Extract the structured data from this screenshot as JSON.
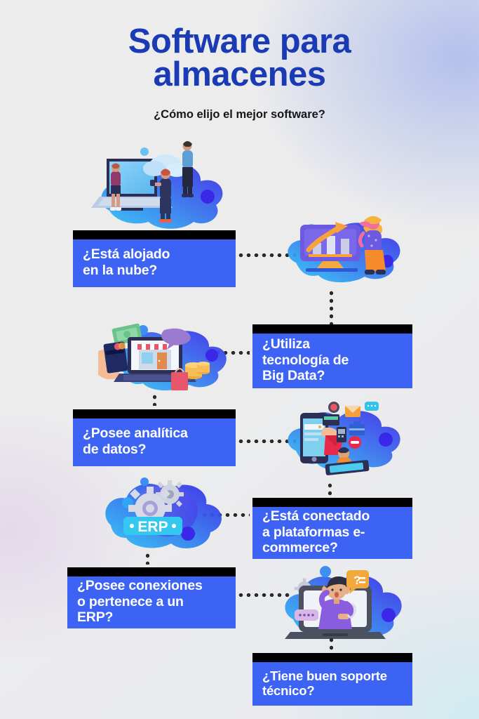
{
  "header": {
    "title_line1": "Software para",
    "title_line2": "almacenes",
    "subtitle": "¿Cómo elijo el mejor software?"
  },
  "theme": {
    "title_color": "#1b3bb5",
    "card_blue": "#3d63f5",
    "card_bar_black": "#000000",
    "card_text": "#ffffff",
    "dot_color": "#2b2b2b",
    "background": "#ececec"
  },
  "steps": [
    {
      "id": "cloud",
      "lines": [
        "¿Está alojado",
        "en la nube?"
      ],
      "illustration": "cloud-computing-illustration",
      "side": "left"
    },
    {
      "id": "bigdata",
      "lines": [
        "¿Utiliza",
        "tecnología de",
        "Big Data?"
      ],
      "illustration": "big-data-chart-illustration",
      "side": "right"
    },
    {
      "id": "analytics",
      "lines": [
        "¿Posee analítica",
        "de datos?"
      ],
      "illustration": "online-store-laptop-illustration",
      "side": "left"
    },
    {
      "id": "ecommerce",
      "lines": [
        "¿Está conectado",
        "a plataformas e-",
        "commerce?"
      ],
      "illustration": "mobile-shopping-illustration",
      "side": "right"
    },
    {
      "id": "erp",
      "lines": [
        "¿Posee conexiones",
        "o pertenece a un",
        "ERP?"
      ],
      "illustration": "erp-gears-illustration",
      "side": "left"
    },
    {
      "id": "support",
      "lines": [
        "¿Tiene buen soporte",
        "técnico?"
      ],
      "illustration": "tech-support-illustration",
      "side": "right"
    }
  ],
  "illustration_labels": {
    "erp_badge": "ERP",
    "support_question": "?"
  }
}
